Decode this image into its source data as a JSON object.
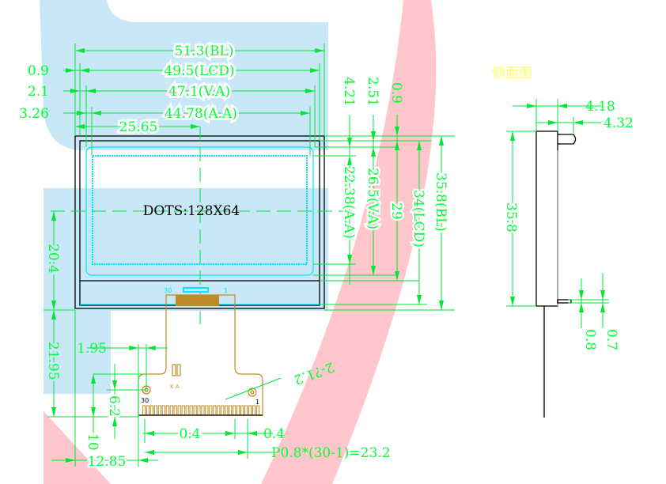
{
  "drawing": {
    "title": "128x64 Graphic LCD Module Outline Drawing",
    "side_view_title": "侧面图",
    "display_label": "DOTS:128X64",
    "colors": {
      "dimension": "#00ff33",
      "outline": "#000000",
      "lcd_glass": "#00e5ff",
      "fpc": "#c08a25",
      "watermark_blue": "#c8e8f8",
      "watermark_red": "#ffc6cc",
      "title_yellow": "#ffff66"
    },
    "horizontal_dims": {
      "bl_width": "51.3(BL)",
      "lcd_width": "49.5(LCD)",
      "va_width": "47.1(V.A)",
      "aa_width": "44.78(A.A)",
      "lcd_offset": "0.9",
      "va_offset": "2.1",
      "aa_offset": "3.26",
      "center_offset": "25.65"
    },
    "vertical_dims": {
      "aa_top": "4.21",
      "va_top": "2.51",
      "lcd_top": "0.9",
      "aa_height": "22.38(A.A)",
      "va_height": "26.5(V.A)",
      "lcd_glass_height": "29",
      "lcd_height": "34(LCD)",
      "bl_height": "35.8(BL)",
      "center_to_bottom": "20.4",
      "fpc_length": "21.95"
    },
    "fpc_dims": {
      "hole_offset": "1.95",
      "hole_height": "6.2",
      "tail_height": "10",
      "hole_callout": "2-?1.2",
      "edge_offset": "12.85",
      "pad_width_left": "0.4",
      "pad_width_right": "0.4",
      "pitch": "P0.8*(30-1)=23.2",
      "pin_first": "1",
      "pin_last": "30",
      "marking": "K A"
    },
    "side_view_dims": {
      "thickness_1": "4.18",
      "thickness_2": "4.32",
      "height": "35.8",
      "pin_a": "0.8",
      "pin_b": "0.7"
    }
  }
}
